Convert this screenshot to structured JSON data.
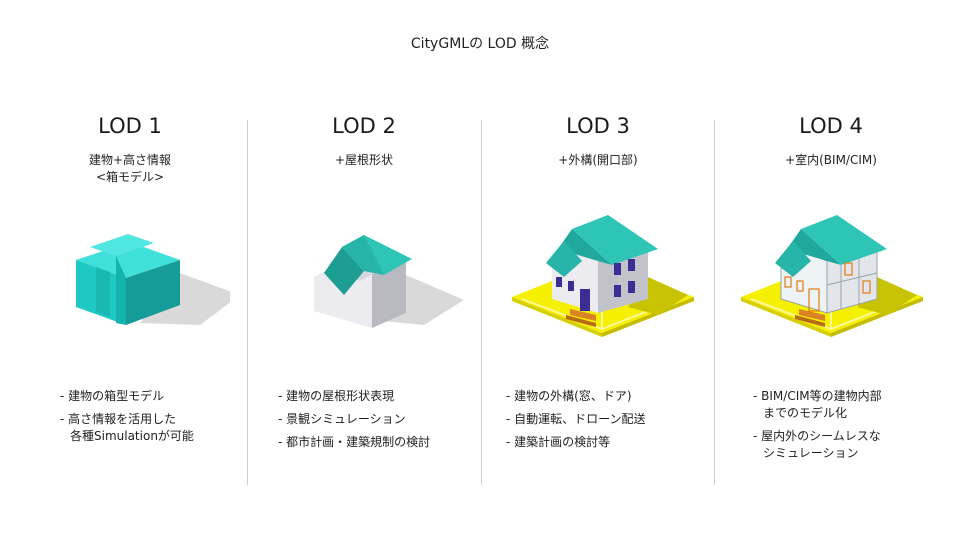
{
  "title": "CityGMLの LOD 概念",
  "columns": [
    {
      "lod": "LOD 1",
      "subtitle": [
        "建物+高さ情報",
        "<箱モデル>"
      ],
      "bullets": [
        [
          "- 建物の箱型モデル"
        ],
        [
          "- 高さ情報を活用した",
          "各種Simulationが可能"
        ]
      ]
    },
    {
      "lod": "LOD 2",
      "subtitle": [
        "+屋根形状"
      ],
      "bullets": [
        [
          "- 建物の屋根形状表現"
        ],
        [
          "- 景観シミュレーション"
        ],
        [
          "- 都市計画・建築規制の検討"
        ]
      ]
    },
    {
      "lod": "LOD 3",
      "subtitle": [
        "+外構(開口部)"
      ],
      "bullets": [
        [
          "- 建物の外構(窓、ドア)"
        ],
        [
          "- 自動運転、ドローン配送"
        ],
        [
          "- 建築計画の検討等"
        ]
      ]
    },
    {
      "lod": "LOD 4",
      "subtitle": [
        "+室内(BIM/CIM)"
      ],
      "bullets": [
        [
          "- BIM/CIM等の建物内部",
          "までのモデル化"
        ],
        [
          "- 屋内外のシームレスな",
          "シミュレーション"
        ]
      ]
    }
  ],
  "colors": {
    "roof_teal": "#2ec4b6",
    "box_teal": "#1fc9c3",
    "ground_yellow": "#f5ef00",
    "wall_light": "#ececf0",
    "wall_dark": "#b9b9c2",
    "divider": "#cfcfcf"
  }
}
